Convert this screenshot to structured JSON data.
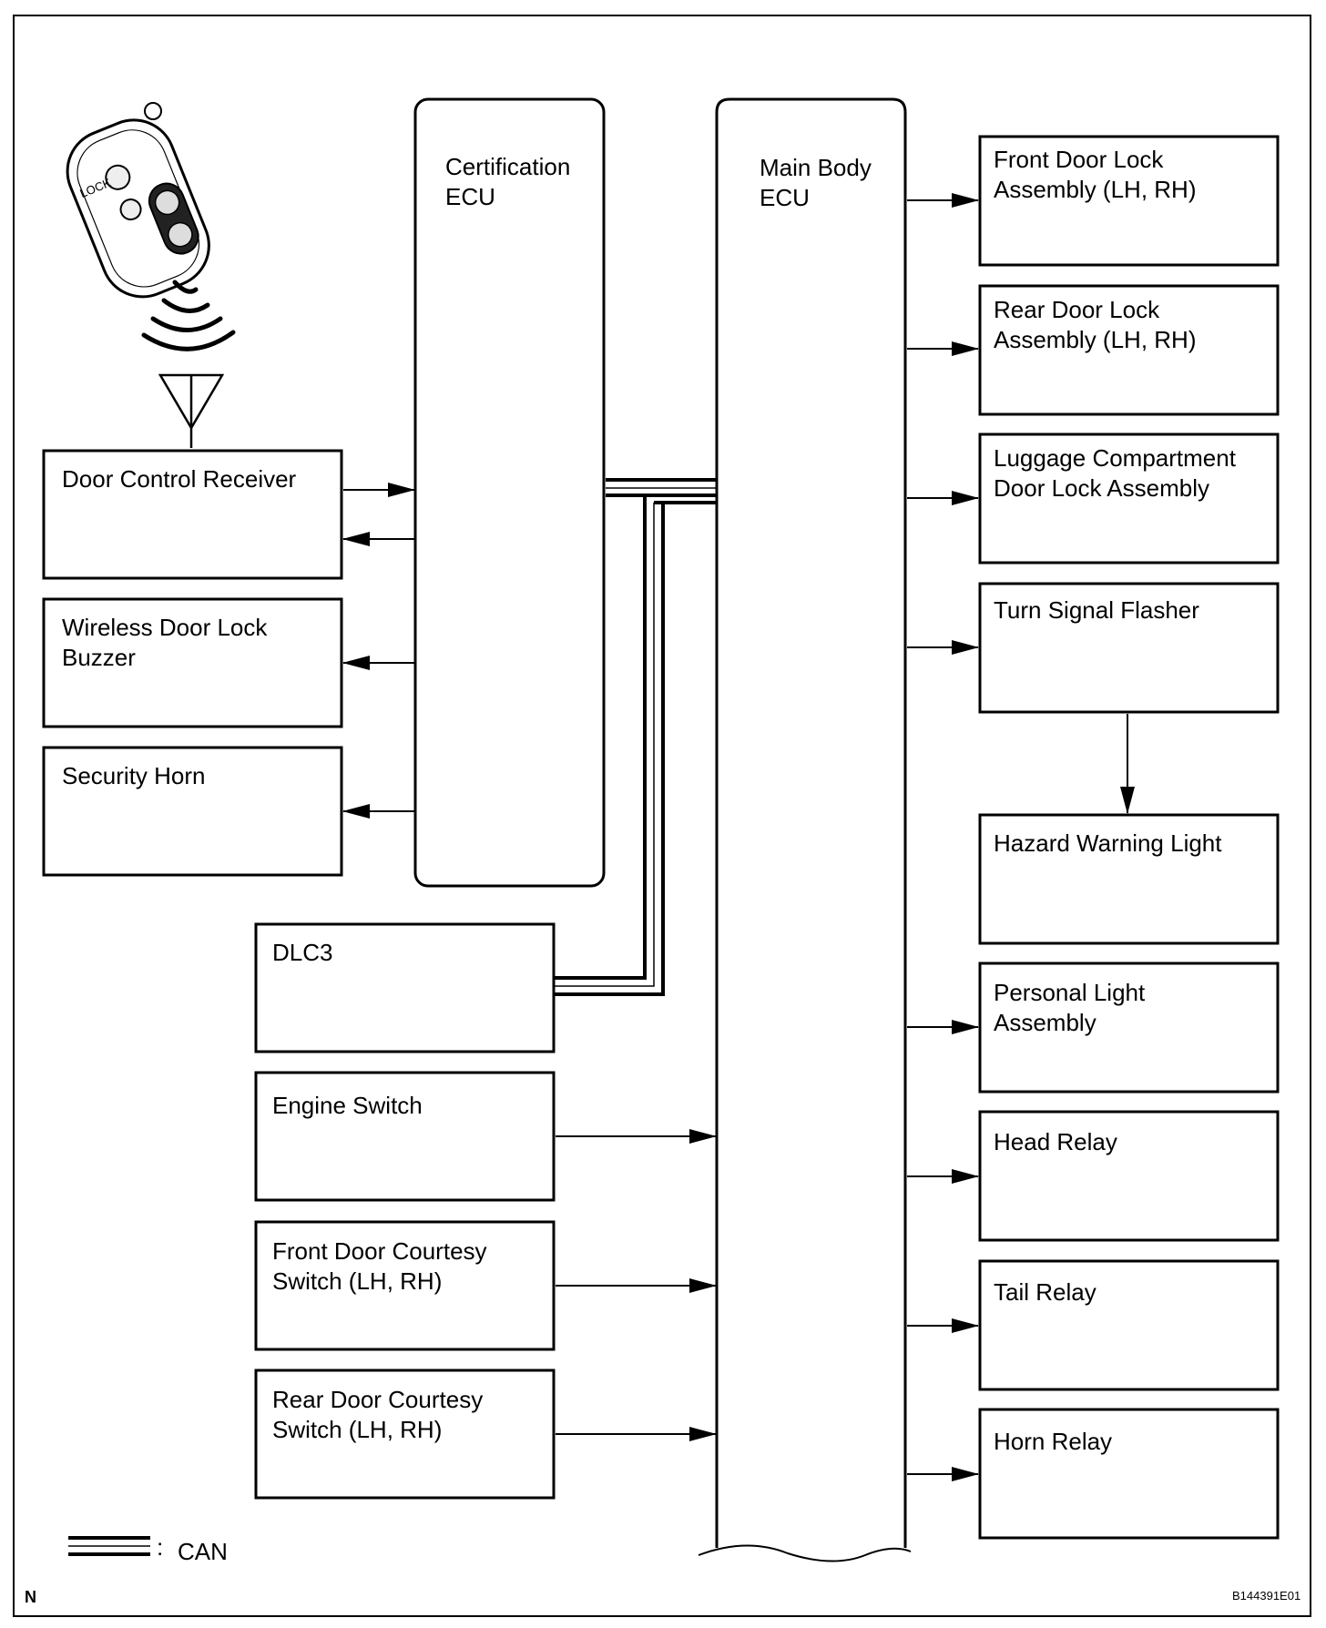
{
  "ecus": {
    "certification": [
      "Certification",
      "ECU"
    ],
    "main_body": [
      "Main Body",
      "ECU"
    ]
  },
  "left_components": [
    [
      "Door Control Receiver"
    ],
    [
      "Wireless Door Lock",
      "Buzzer"
    ],
    [
      "Security Horn"
    ]
  ],
  "dlc": [
    "DLC3"
  ],
  "input_switches": [
    [
      "Engine Switch"
    ],
    [
      "Front Door Courtesy",
      "Switch (LH, RH)"
    ],
    [
      "Rear Door Courtesy",
      "Switch (LH, RH)"
    ]
  ],
  "output_components": [
    [
      "Front Door Lock",
      "Assembly (LH, RH)"
    ],
    [
      "Rear Door Lock",
      "Assembly (LH, RH)"
    ],
    [
      "Luggage Compartment",
      "Door Lock Assembly"
    ],
    [
      "Turn Signal Flasher"
    ],
    [
      "Hazard Warning Light"
    ],
    [
      "Personal Light",
      "Assembly"
    ],
    [
      "Head Relay"
    ],
    [
      "Tail Relay"
    ],
    [
      "Horn Relay"
    ]
  ],
  "key_fob_marking": "LOCK",
  "legend": {
    "colon": ":",
    "label": "CAN"
  },
  "footer": {
    "north": "N",
    "code": "B144391E01"
  }
}
